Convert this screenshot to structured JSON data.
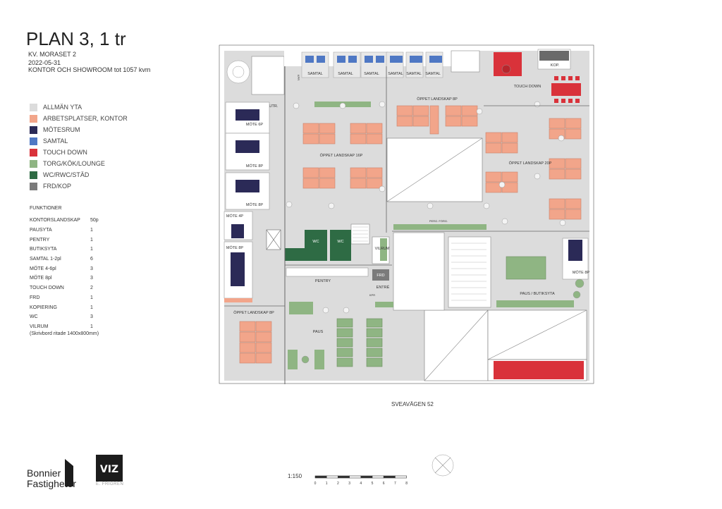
{
  "header": {
    "title": "PLAN 3, 1 tr",
    "property": "KV. MORASET 2",
    "date": "2022-05-31",
    "description": "KONTOR OCH SHOWROOM tot 1057 kvm"
  },
  "legend": [
    {
      "label": "ALLMÄN YTA",
      "color": "#dcdcdc"
    },
    {
      "label": "ARBETSPLATSER, KONTOR",
      "color": "#f2a58a"
    },
    {
      "label": "MÖTESRUM",
      "color": "#2b2a57"
    },
    {
      "label": "SAMTAL",
      "color": "#4f78c4"
    },
    {
      "label": "TOUCH DOWN",
      "color": "#d9323a"
    },
    {
      "label": "TORG/KÖK/LOUNGE",
      "color": "#8fb583"
    },
    {
      "label": "WC/RWC/STÄD",
      "color": "#2e6b44"
    },
    {
      "label": "FRD/KOP",
      "color": "#7b7b7b"
    }
  ],
  "functions": {
    "title": "FUNKTIONER",
    "rows": [
      {
        "name": "KONTORSLANDSKAP",
        "value": "50p"
      },
      {
        "name": "PAUSYTA",
        "value": "1"
      },
      {
        "name": "PENTRY",
        "value": "1"
      },
      {
        "name": "BUTIKSYTA",
        "value": "1"
      },
      {
        "name": "SAMTAL 1-2pl",
        "value": "6"
      },
      {
        "name": "MÖTE 4-6pl",
        "value": "3"
      },
      {
        "name": "MÖTE 8pl",
        "value": "3"
      },
      {
        "name": "TOUCH DOWN",
        "value": "2"
      },
      {
        "name": "FRD",
        "value": "1"
      },
      {
        "name": "KOPIERING",
        "value": "1"
      },
      {
        "name": "WC",
        "value": "3"
      },
      {
        "name": "VILRUM",
        "value": "1"
      }
    ]
  },
  "desk_note": "(Skrivbord ritade 1400x800mm)",
  "rooms": {
    "samtal": "SAMTAL",
    "kop": "KOP.",
    "touch_down": "TOUCH DOWN",
    "utr": "UTR.",
    "mote_6p": "MÖTE 6P",
    "mote_8p": "MÖTE 8P",
    "mote_4p": "MÖTE 4P",
    "oppet_16p": "ÖPPET LANDSKAP 16P",
    "oppet_8p": "ÖPPET LANDSKAP 8P",
    "oppet_20p": "ÖPPET LANDSKAP 20P",
    "wc": "WC",
    "vilrum": "VILRUM",
    "pentry": "PENTRY",
    "frd": "FRD",
    "entre": "ENTRÉ",
    "paus": "PAUS",
    "paus_butik": "PAUS / BUTIKSYTA",
    "kpr": "KPR",
    "perg": "PERG. FÖRG."
  },
  "street": "SVEAVÄGEN 52",
  "scale": {
    "label": "1:150",
    "ticks": [
      "0",
      "1",
      "2",
      "3",
      "4",
      "5",
      "6",
      "7",
      "8"
    ]
  },
  "logos": {
    "bonnier_line1": "Bonnier",
    "bonnier_line2": "Fastigheter",
    "viz_text": "VIZ",
    "viz_sub": "E. FRIGREN"
  }
}
